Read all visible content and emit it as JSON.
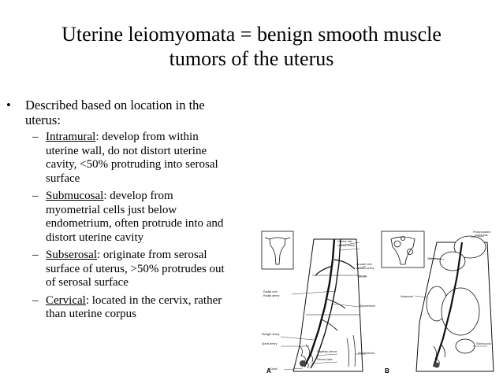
{
  "title": {
    "line1": "Uterine leiomyomata = benign smooth muscle",
    "line2": "tumors of the uterus"
  },
  "bullet": {
    "symbol": "•",
    "line1": "Described based on location in the",
    "line2": "uterus:"
  },
  "dash": "–",
  "subitems": [
    {
      "term": "Intramural",
      "lines": [
        ": develop from within",
        "uterine wall, do not distort uterine",
        "cavity, <50% protruding into serosal",
        "surface"
      ]
    },
    {
      "term": "Submucosal",
      "lines": [
        ": develop from",
        "myometrial cells just below",
        "endometrium, often protrude into and",
        "distort uterine cavity"
      ]
    },
    {
      "term": "Subserosal",
      "lines": [
        ": originate from serosal",
        "surface of uterus, >50% protrudes out",
        "of serosal surface"
      ]
    },
    {
      "term": "Cervical",
      "lines": [
        ": located in the cervix, rather",
        "than uterine corpus"
      ]
    }
  ],
  "figure": {
    "panel_a": {
      "letter": "A",
      "labels": [
        "Uterine vein",
        "Uterine artery",
        "Arcuate vein",
        "Arcuate artery",
        "Serosa",
        "Radial vein",
        "Radial artery",
        "Myometrium",
        "Straight artery",
        "Spiral artery",
        "Capillary plexus",
        "Venous lake",
        "Endometrium",
        "Gland"
      ]
    },
    "panel_b": {
      "letter": "B",
      "labels": [
        "Pedunculated",
        "subserous",
        "Subserous",
        "Intramural",
        "Submucous"
      ]
    }
  }
}
